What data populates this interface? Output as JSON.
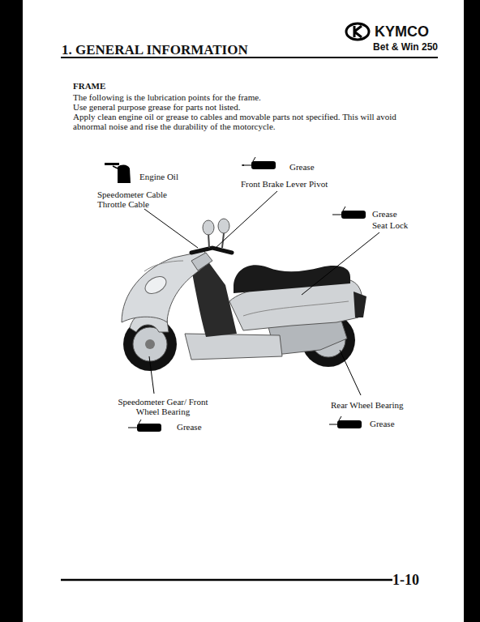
{
  "diagram": {
    "title": "1. GENERAL INFORMATION",
    "labels": [
      "KYMCO",
      "Bet & Win 250",
      "FRAME",
      "The following is the lubrication points for the frame.",
      "Use general purpose grease for parts not listed.",
      "Apply clean engine oil or grease to cables and movable parts not specified. This will avoid abnormal noise and rise the durability of the motorcycle.",
      "Engine Oil",
      "Speedometer Cable Throttle Cable",
      "Grease",
      "Front Brake Lever Pivot",
      "Grease",
      "Seat Lock",
      "Speedometer Gear/ Front Wheel Bearing",
      "Grease",
      "Rear Wheel Bearing",
      "Grease",
      "1-10"
    ]
  }
}
